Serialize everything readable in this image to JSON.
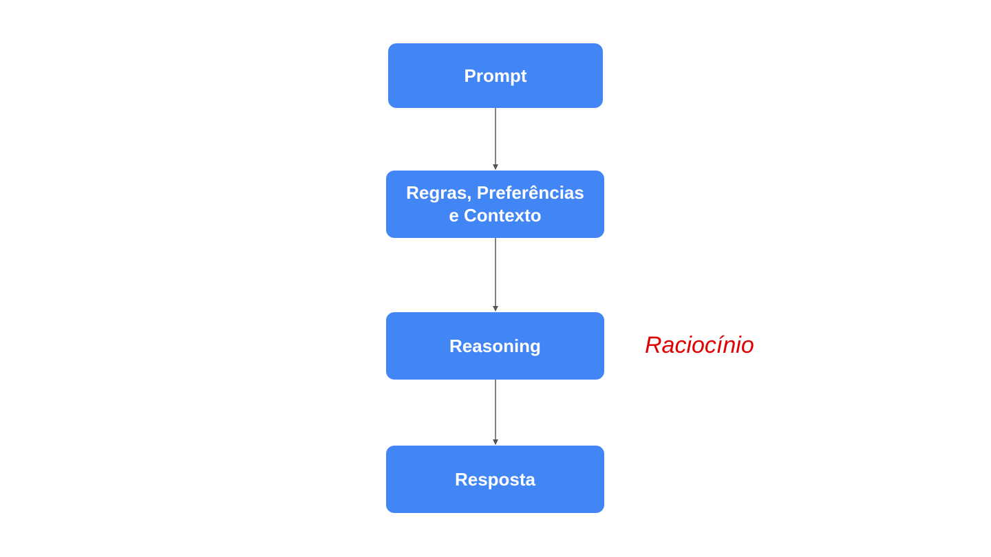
{
  "diagram": {
    "nodes": [
      {
        "id": "prompt",
        "lines": [
          "Prompt"
        ]
      },
      {
        "id": "rules",
        "lines": [
          "Regras, Preferências",
          "e Contexto"
        ]
      },
      {
        "id": "reasoning",
        "lines": [
          "Reasoning"
        ]
      },
      {
        "id": "response",
        "lines": [
          "Resposta"
        ]
      }
    ],
    "edges": [
      {
        "from": "Prompt",
        "to": "Regras, Preferências e Contexto"
      },
      {
        "from": "Regras, Preferências e Contexto",
        "to": "Reasoning"
      },
      {
        "from": "Reasoning",
        "to": "Resposta"
      }
    ],
    "annotation": {
      "text": "Raciocínio",
      "attached_to": "Reasoning"
    }
  },
  "colors": {
    "node_fill": "#4285f4",
    "node_text": "#ffffff",
    "arrow": "#555555",
    "annotation": "#e00000"
  }
}
